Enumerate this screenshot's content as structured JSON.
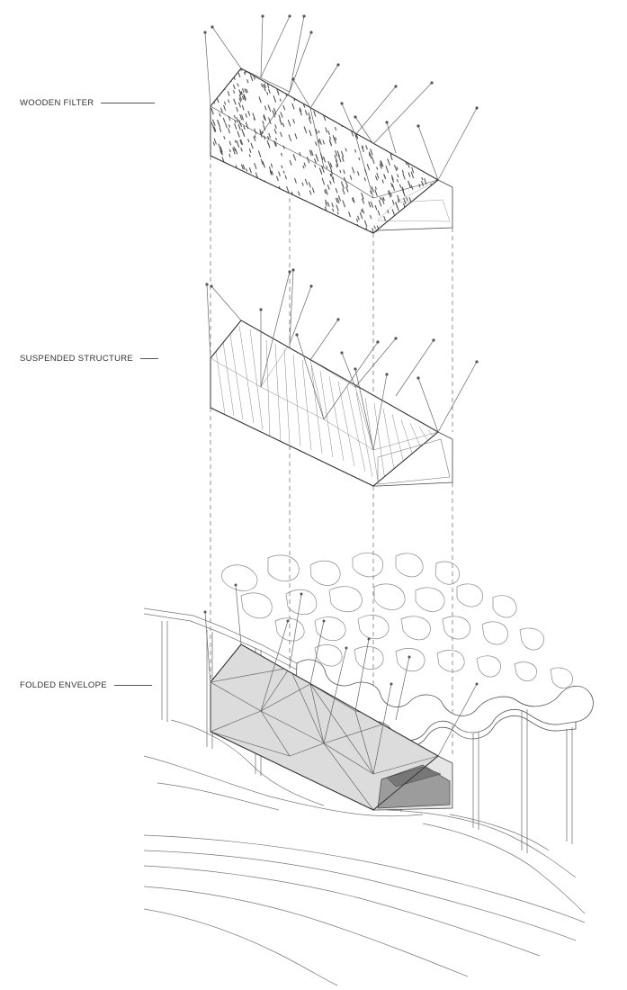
{
  "labels": {
    "wooden_filter": "WOODEN FILTER",
    "suspended_structure": "SUSPENDED STRUCTURE",
    "folded_envelope": "FOLDED ENVELOPE"
  },
  "colors": {
    "line": "#4a4a4a",
    "envelope_fill": "#dedede",
    "opening_dark": "#9a9a9a",
    "texture": "#555555",
    "background": "#ffffff"
  }
}
